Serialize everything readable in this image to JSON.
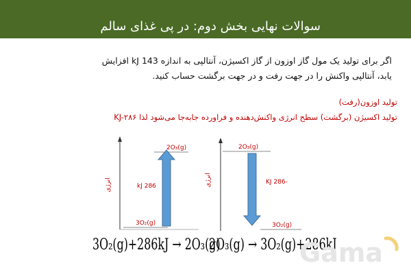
{
  "header": {
    "title": "سوالات نهایی بخش دوم: در پی غذای سالم"
  },
  "question": {
    "text": "اگر برای تولید یک مول گاز اوزون از گاز اکسیژن، آنتالپی به اندازه 143 kJ افزایش یابد، آنتالپی واکنش را در جهت رفت و در جهت برگشت حساب کنید."
  },
  "notes": {
    "line1": "تولید اوزون(رفت)",
    "line2": "تولید اکسیژن (برگشت) سطح انرژی واکنش‌دهنده و فراورده جابه‌جا می‌شود لذا KJ-۲۸۶"
  },
  "diagram_left": {
    "axis_label": "انرژی",
    "top_level": "2O₃(g)",
    "bottom_level": "3O₂(g)",
    "arrow_label": "kJ 286",
    "arrow_direction": "up",
    "arrow_color": "#5b9bd5"
  },
  "diagram_right": {
    "axis_label": "انرژی",
    "top_level": "2O₃(g)",
    "bottom_level": "3O₂(g)",
    "arrow_label": "KJ 286-",
    "arrow_direction": "down",
    "arrow_color": "#5b9bd5"
  },
  "equations": {
    "left": "3O₂(g)+286kJ → 2O₃(g)",
    "right": "2O₃(g) → 3O₂(g)+286kJ"
  },
  "colors": {
    "header_bg": "#4a6a26",
    "red_text": "#c00000",
    "arrow_blue": "#5b9bd5"
  },
  "watermark": "Gama"
}
